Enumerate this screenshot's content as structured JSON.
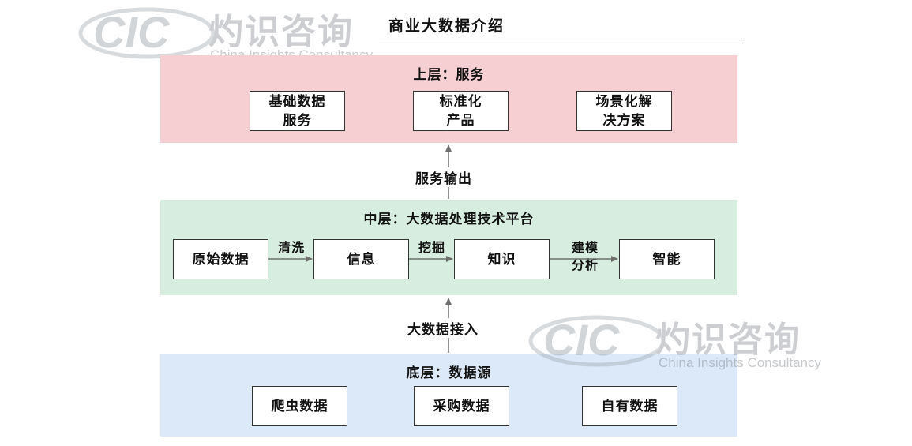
{
  "title": "商业大数据介绍",
  "watermark": {
    "logo": "CIC",
    "name_cn": "灼识咨询",
    "name_en": "China Insights Consultancy"
  },
  "layers": {
    "top": {
      "label": "上层：服务",
      "boxes": [
        "基础数据\n服务",
        "标准化\n产品",
        "场景化解\n决方案"
      ]
    },
    "middle": {
      "label": "中层：大数据处理技术平台",
      "boxes": [
        "原始数据",
        "信息",
        "知识",
        "智能"
      ],
      "flow_labels": [
        "清洗",
        "挖掘",
        "建模\n分析"
      ]
    },
    "bottom": {
      "label": "底层：数据源",
      "boxes": [
        "爬虫数据",
        "采购数据",
        "自有数据"
      ]
    }
  },
  "connectors": {
    "middle_to_top": "服务输出",
    "bottom_to_middle": "大数据接入"
  },
  "colors": {
    "top_layer": "#f5cfd2",
    "middle_layer": "#d6eddf",
    "bottom_layer": "#dce9f8",
    "arrow": "#6f6f6f"
  }
}
